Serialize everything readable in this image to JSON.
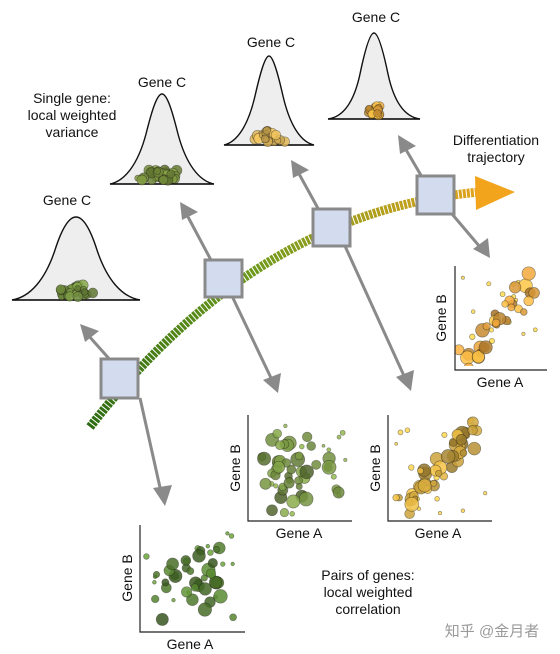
{
  "labels": {
    "single_gene": [
      "Single gene:",
      "local weighted",
      "variance"
    ],
    "differentiation": [
      "Differentiation",
      "trajectory"
    ],
    "pairs": [
      "Pairs of genes:",
      "local weighted",
      "correlation"
    ],
    "gene_c": "Gene C",
    "gene_a": "Gene A",
    "gene_b": "Gene B",
    "watermark": "知乎 @金月者"
  },
  "colors": {
    "trajectory_start": "#2e6b12",
    "trajectory_mid": "#6f9a1c",
    "trajectory_end": "#f2a41c",
    "window_fill": "#d3dcee",
    "arrow_gray": "#8a8a8a",
    "bell_fill": "#eeeeee"
  },
  "distributions": [
    {
      "name": "gene-c-distribution-1",
      "point_color": "#6e8a3c"
    },
    {
      "name": "gene-c-distribution-2",
      "point_color": "#738a3a"
    },
    {
      "name": "gene-c-distribution-3",
      "point_color": "#c9a44e"
    },
    {
      "name": "gene-c-distribution-4",
      "point_color": "#e6a33a"
    }
  ],
  "scatters": [
    {
      "name": "scatter-window-1",
      "point_color": "#4f7a2c",
      "correlation": "weak"
    },
    {
      "name": "scatter-window-2",
      "point_color": "#6e8a3c",
      "correlation": "weak"
    },
    {
      "name": "scatter-window-3",
      "point_color": "#c9a03a",
      "correlation": "positive"
    },
    {
      "name": "scatter-window-4",
      "point_color": "#e8a23a",
      "correlation": "positive"
    }
  ]
}
